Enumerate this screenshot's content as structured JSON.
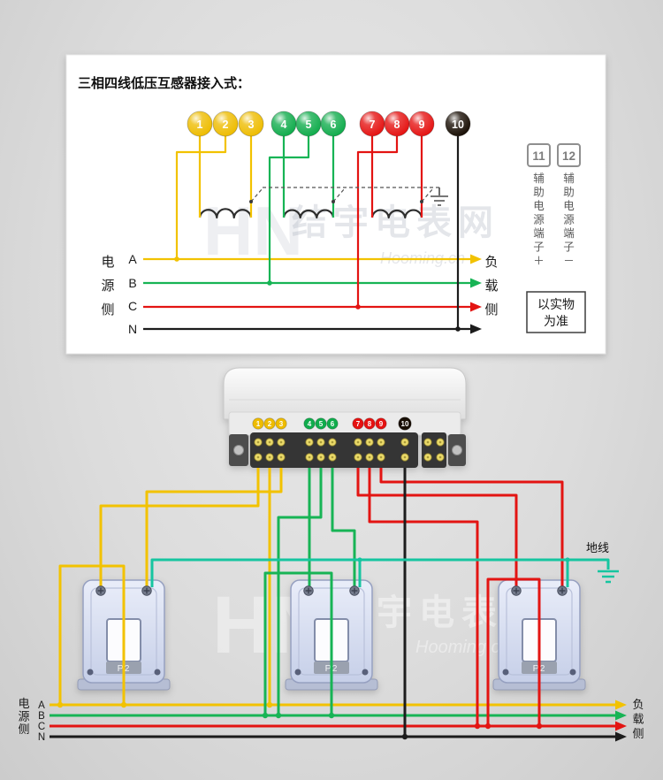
{
  "title": "三相四线低压互感器接入式：",
  "terminals": [
    {
      "label": "1",
      "color": "#eebc00"
    },
    {
      "label": "2",
      "color": "#eebc00"
    },
    {
      "label": "3",
      "color": "#eebc00"
    },
    {
      "label": "4",
      "color": "#10ac4c"
    },
    {
      "label": "5",
      "color": "#10ac4c"
    },
    {
      "label": "6",
      "color": "#10ac4c"
    },
    {
      "label": "7",
      "color": "#e51211"
    },
    {
      "label": "8",
      "color": "#e51211"
    },
    {
      "label": "9",
      "color": "#e51211"
    },
    {
      "label": "10",
      "color": "#190f05"
    }
  ],
  "aux": {
    "t11": "11",
    "t12": "12",
    "label_plus": "辅助电源端子＋",
    "label_minus": "辅助电源端子－",
    "note_line1": "以实物",
    "note_line2": "为准"
  },
  "top_panel": {
    "source_side": "电源侧",
    "load_side": "负载侧",
    "phase_a": "A",
    "phase_b": "B",
    "phase_c": "C",
    "phase_n": "N"
  },
  "bottom": {
    "source_side": "电源侧",
    "load_side": "负载侧",
    "phase_a": "A",
    "phase_b": "B",
    "phase_c": "C",
    "phase_n": "N",
    "ground_label": "地线",
    "ct_label": "P2"
  },
  "wire_colors": {
    "a": "#f2c200",
    "b": "#17b455",
    "c": "#e31412",
    "n": "#1c1c1c",
    "ground": "#16c5a0",
    "coil": "#2e2e2e"
  },
  "watermark": {
    "logo": "HN",
    "cn": "结宇电表网",
    "en": "Hooming.cn"
  }
}
